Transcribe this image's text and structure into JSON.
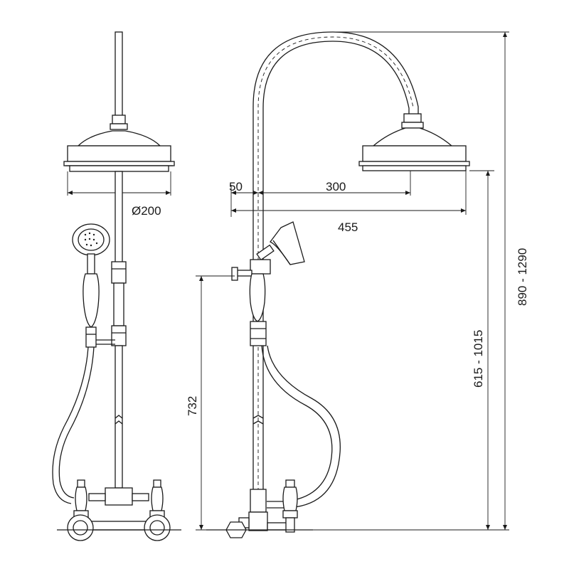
{
  "diagram": {
    "front_view": {
      "diameter_label": "Ø200"
    },
    "side_view": {
      "dim_offset": "50",
      "dim_arm": "300",
      "dim_reach": "455",
      "dim_valve_height": "732",
      "dim_head_height": "615 - 1015",
      "dim_total_height": "890 - 1290"
    }
  }
}
